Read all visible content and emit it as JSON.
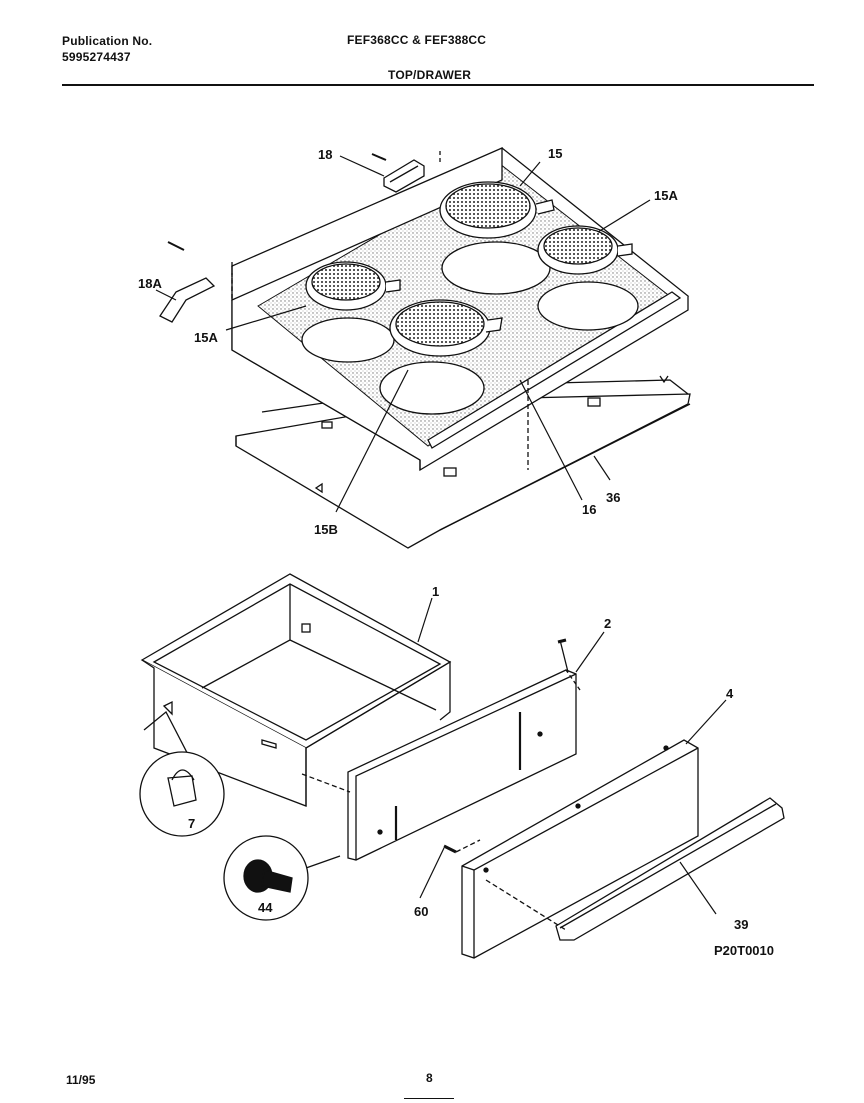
{
  "header": {
    "publication_label": "Publication No.",
    "publication_number": "5995274437",
    "models": "FEF368CC & FEF388CC",
    "section_title": "TOP/DRAWER"
  },
  "callouts": {
    "c18": "18",
    "c18a": "18A",
    "c15": "15",
    "c15a_right": "15A",
    "c15a_left": "15A",
    "c15b": "15B",
    "c16": "16",
    "c36": "36",
    "c1": "1",
    "c2": "2",
    "c4": "4",
    "c7": "7",
    "c44": "44",
    "c60": "60",
    "c39": "39"
  },
  "drawing_code": "P20T0010",
  "footer": {
    "date": "11/95",
    "page": "8"
  }
}
